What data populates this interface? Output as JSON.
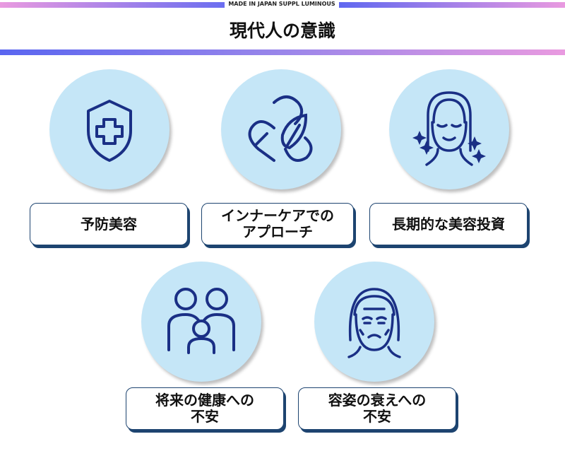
{
  "header": {
    "brand": "MADE IN JAPAN SUPPL LUMINOUS",
    "title": "現代人の意識"
  },
  "items": [
    {
      "label": "予防美容",
      "icon": "shield-plus-icon"
    },
    {
      "label": "インナーケアでの\nアプローチ",
      "icon": "heart-leaf-capsule-icon"
    },
    {
      "label": "長期的な美容投資",
      "icon": "glowing-face-icon"
    },
    {
      "label": "将来の健康への\n不安",
      "icon": "family-icon"
    },
    {
      "label": "容姿の衰えへの\n不安",
      "icon": "aging-face-icon"
    }
  ],
  "colors": {
    "circle": "#c5e6f7",
    "icon": "#1a2f85",
    "box_border": "#1d4470"
  }
}
